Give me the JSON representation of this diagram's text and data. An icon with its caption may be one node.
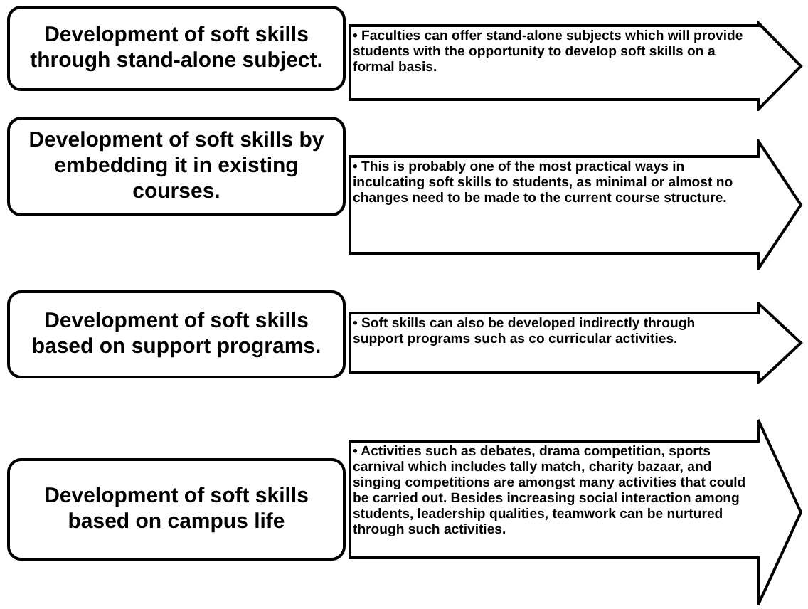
{
  "diagram": {
    "nodes": [
      {
        "text": [
          "Development of soft skills through stand-alone subject."
        ]
      },
      {
        "text": [
          "• Faculties can offer stand-alone subjects which will provide students with the opportunity to develop soft skills on a formal basis."
        ]
      },
      {
        "text": [
          "Development of soft skills by embedding it in existing courses."
        ]
      },
      {
        "text": [
          "• This is probably one of the most practical ways in inculcating soft skills to students, as minimal or almost no changes need to be made to the current course structure."
        ]
      },
      {
        "text": [
          "Development of soft skills based on support programs."
        ]
      },
      {
        "text": [
          "• Soft skills can also be developed indirectly through support programs such as co curricular activities."
        ]
      },
      {
        "text": [
          "Development of soft skills based on campus life"
        ]
      },
      {
        "text": [
          "• Activities such as debates, drama competition, sports carnival which includes tally match, charity bazaar, and singing competitions are amongst many activities that could be carried out. Besides increasing social interaction among students, leadership qualities, teamwork can be nurtured through such activities."
        ]
      }
    ],
    "edges": []
  }
}
